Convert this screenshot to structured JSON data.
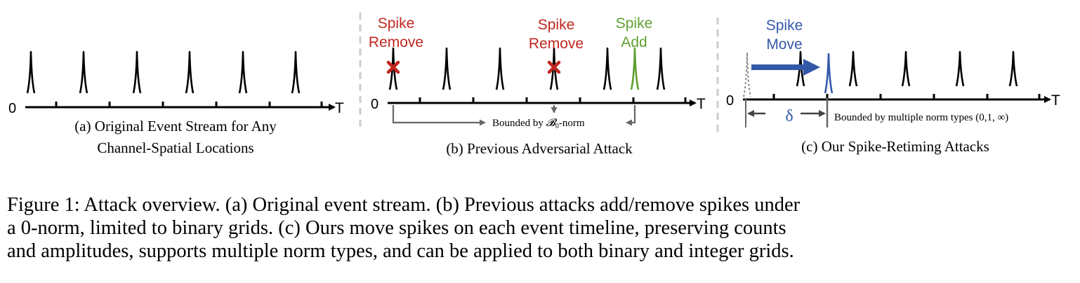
{
  "colors": {
    "remove": "#c0261e",
    "add": "#5fa032",
    "move": "#3458a8",
    "divider": "#cccccc",
    "bracket": "#666666"
  },
  "panel_a": {
    "origin_label": "0",
    "axis_label": "T",
    "caption_line1": "(a) Original Event Stream for Any",
    "caption_line2": "Channel-Spatial Locations"
  },
  "panel_b": {
    "origin_label": "0",
    "axis_label": "T",
    "remove1_line1": "Spike",
    "remove1_line2": "Remove",
    "remove2_line1": "Spike",
    "remove2_line2": "Remove",
    "add_line1": "Spike",
    "add_line2": "Add",
    "bound_prefix": "Bounded by ",
    "bound_symbol": "𝓑",
    "bound_subscript": "0",
    "bound_suffix": "-norm",
    "caption": "(b) Previous Adversarial Attack"
  },
  "panel_c": {
    "origin_label": "0",
    "axis_label": "T",
    "move_line1": "Spike",
    "move_line2": "Move",
    "delta_label": "δ",
    "bound_text": "Bounded by multiple norm types (0,1, ∞)",
    "caption": "(c) Our Spike-Retiming Attacks"
  },
  "caption": {
    "line1": "Figure 1: Attack overview. (a) Original event stream. (b) Previous attacks add/remove spikes under",
    "line2": "a 0-norm, limited to binary grids. (c) Ours move spikes on each event timeline, preserving counts",
    "line3": "and amplitudes, supports multiple norm types, and can be applied to both binary and integer grids."
  }
}
